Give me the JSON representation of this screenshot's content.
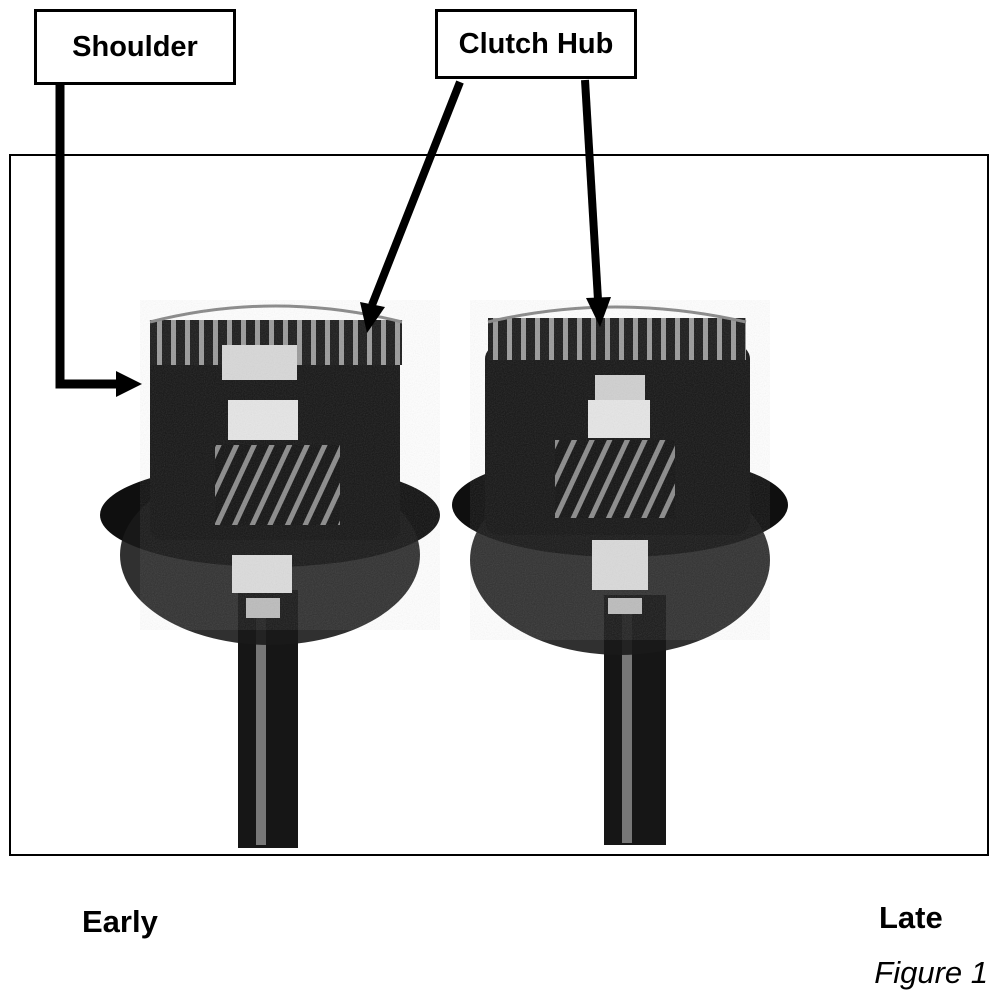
{
  "labels": {
    "shoulder": "Shoulder",
    "clutch_hub": "Clutch Hub"
  },
  "captions": {
    "early": "Early",
    "late": "Late",
    "figure": "Figure 1"
  },
  "photo": {
    "subjects": [
      "early-shaft-assembly",
      "late-shaft-assembly"
    ]
  }
}
